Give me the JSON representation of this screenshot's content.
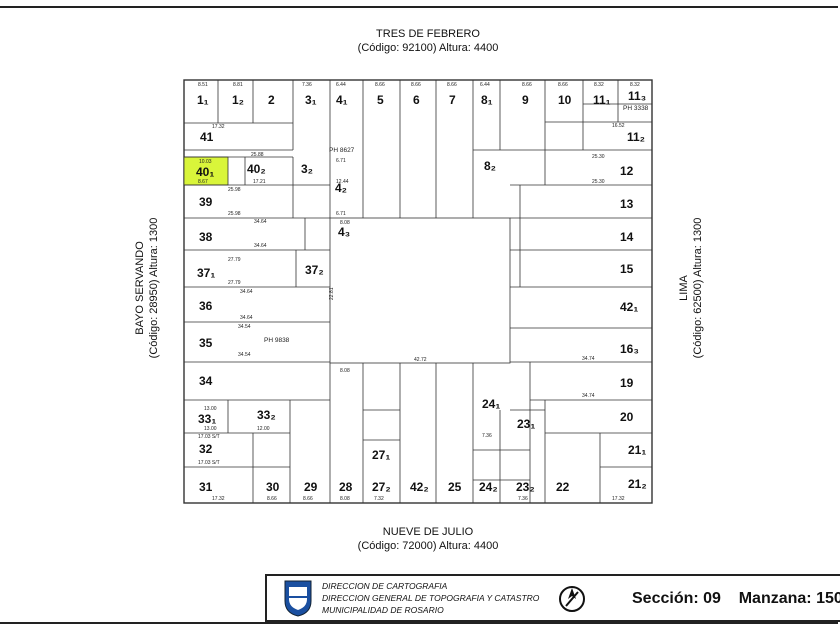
{
  "streets": {
    "top": {
      "name": "TRES DE FEBRERO",
      "code": "(Código: 92100) Altura: 4400"
    },
    "bottom": {
      "name": "NUEVE DE JULIO",
      "code": "(Código: 72000) Altura: 4400"
    },
    "left": {
      "name": "BAYO SERVANDO",
      "code": "(Código: 28950) Altura: 1300"
    },
    "right": {
      "name": "LIMA",
      "code": "(Código: 62500) Altura: 1300"
    }
  },
  "lots": {
    "l1_1": "1₁",
    "l1_2": "1₂",
    "l2": "2",
    "l3_1": "3₁",
    "l4_1": "4₁",
    "l5": "5",
    "l6": "6",
    "l7": "7",
    "l8_1": "8₁",
    "l9": "9",
    "l10": "10",
    "l11_1": "11₁",
    "l11_3": "11₃",
    "l11_2": "11₂",
    "l41": "41",
    "l40_1": "40₁",
    "l40_2": "40₂",
    "l3_2": "3₂",
    "l4_2": "4₂",
    "l8_2": "8₂",
    "l12": "12",
    "l13": "13",
    "l39": "39",
    "l38": "38",
    "l4_3": "4₃",
    "l14": "14",
    "l37_1": "37₁",
    "l37_2": "37₂",
    "l15": "15",
    "l36": "36",
    "l42_1": "42₁",
    "l35": "35",
    "l16_3": "16₃",
    "l34": "34",
    "l19": "19",
    "l33_1": "33₁",
    "l33_2": "33₂",
    "l20": "20",
    "l24_1": "24₁",
    "l23_1": "23₁",
    "l32": "32",
    "l27_1": "27₁",
    "l21_1": "21₁",
    "l21_2": "21₂",
    "l31": "31",
    "l30": "30",
    "l29": "29",
    "l28": "28",
    "l27_2": "27₂",
    "l42_2": "42₂",
    "l25": "25",
    "l24_2": "24₂",
    "l23_2": "23₂",
    "l22": "22"
  },
  "labels": {
    "ph_8627": "PH 8627",
    "ph_9838": "PH 9838",
    "ph_3338": "PH 3338"
  },
  "dims": {
    "d_851a": "8.51",
    "d_881a": "8.81",
    "d_736a": "7.36",
    "d_644a": "6.44",
    "d_866a": "8.66",
    "d_866b": "8.66",
    "d_866c": "8.66",
    "d_644b": "6.44",
    "d_866d": "8.66",
    "d_866e": "8.66",
    "d_832a": "8.32",
    "d_832b": "8.32",
    "d_1732a": "17.32",
    "d_2588": "25.88",
    "d_1003": "10.03",
    "d_867": "8.67",
    "d_1721": "17.21",
    "d_2598a": "25.98",
    "d_2598b": "25.98",
    "d_3464a": "34.64",
    "d_3464b": "34.64",
    "d_3464c": "34.64",
    "d_3464d": "34.64",
    "d_2779a": "27.79",
    "d_2779b": "27.79",
    "d_3454a": "34.54",
    "d_3454b": "34.54",
    "d_4272": "42.72",
    "d_2530a": "25.30",
    "d_2530b": "25.30",
    "d_3474a": "34.74",
    "d_3474b": "34.74",
    "d_1300a": "13.00",
    "d_1300b": "13.00",
    "d_1200": "12.00",
    "d_1703a": "17.03 S/T",
    "d_1703b": "17.03 S/T",
    "d_1732b": "17.32",
    "d_1732c": "17.32",
    "d_866f": "8.66",
    "d_866g": "8.66",
    "d_808a": "8.08",
    "d_808b": "8.08",
    "d_808c": "8.08",
    "d_732": "7.32",
    "d_736b": "7.36",
    "d_736c": "7.36",
    "d_2281": "22.81",
    "d_1652": "16.52",
    "d_671a": "6.71",
    "d_671b": "6.71",
    "d_1244": "12.44"
  },
  "footer": {
    "org_line1": "DIRECCION DE CARTOGRAFIA",
    "org_line2": "DIRECCION GENERAL DE TOPOGRAFIA Y CATASTRO",
    "org_line3": "MUNICIPALIDAD DE ROSARIO",
    "seccion": "Sección: 09",
    "manzana": "Manzana: 150"
  },
  "colors": {
    "highlight": "#d9f53a",
    "line": "#333333"
  }
}
